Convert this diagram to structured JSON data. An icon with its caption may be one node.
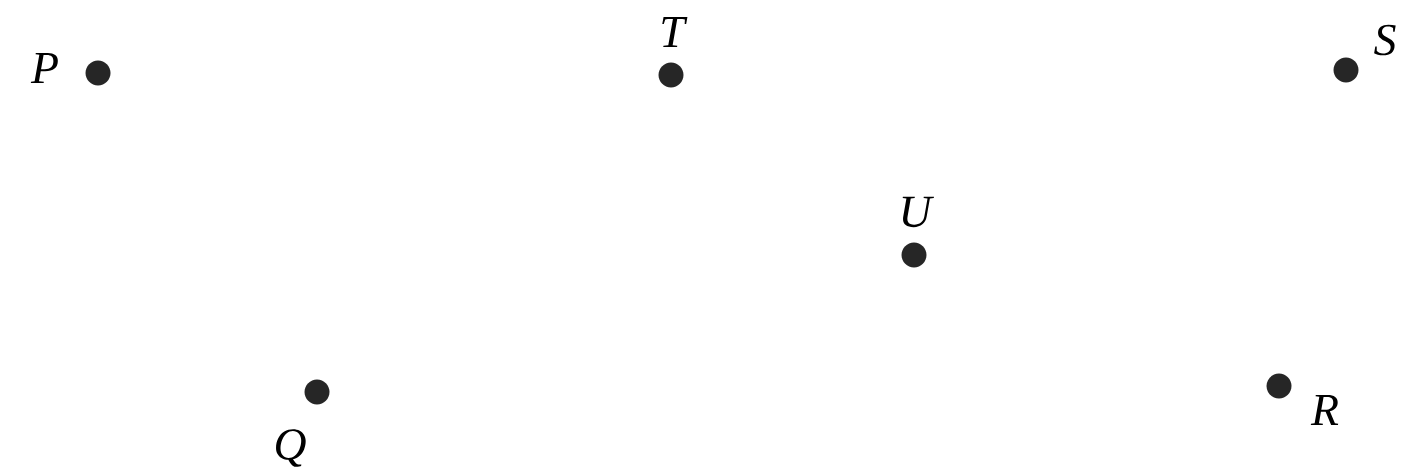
{
  "diagram": {
    "nodes": [
      {
        "text": [
          "P"
        ]
      },
      {
        "text": [
          "T"
        ]
      },
      {
        "text": [
          "S"
        ]
      },
      {
        "text": [
          "U"
        ]
      },
      {
        "text": [
          "Q"
        ]
      },
      {
        "text": [
          "R"
        ]
      }
    ]
  }
}
